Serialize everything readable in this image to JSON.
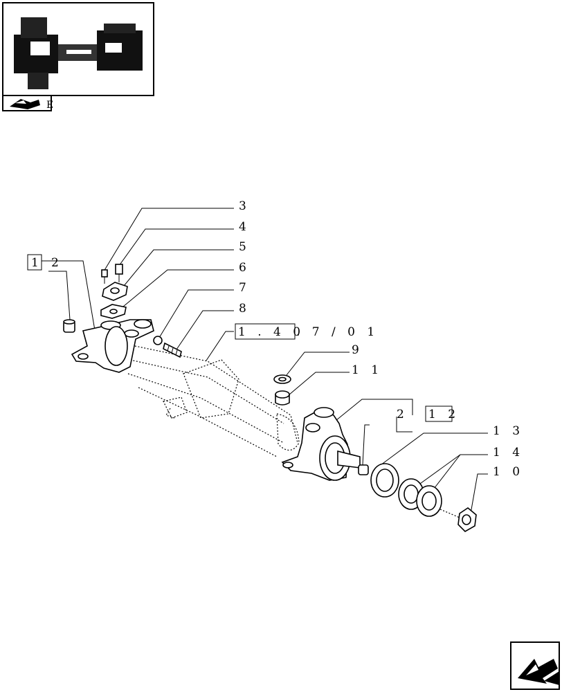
{
  "thumbnail": {
    "corner_mark": "E"
  },
  "callouts": {
    "c3": "3",
    "c4": "4",
    "c5": "5",
    "c6": "6",
    "c7": "7",
    "c8": "8",
    "c9": "9",
    "c11": "1 1",
    "c13": "1 3",
    "c14": "1 4",
    "c10": "1 0",
    "c2a": "2",
    "c2b": "2"
  },
  "boxed_refs": {
    "r1_box": "1",
    "r12_box": "1 2",
    "r140_box": "1 . 4 0",
    "r140_rest": ". 7 / 0 1"
  },
  "icons": {
    "nav_corner": "arrow-nav-icon",
    "nav_thumb": "arrow-thumb-icon"
  }
}
